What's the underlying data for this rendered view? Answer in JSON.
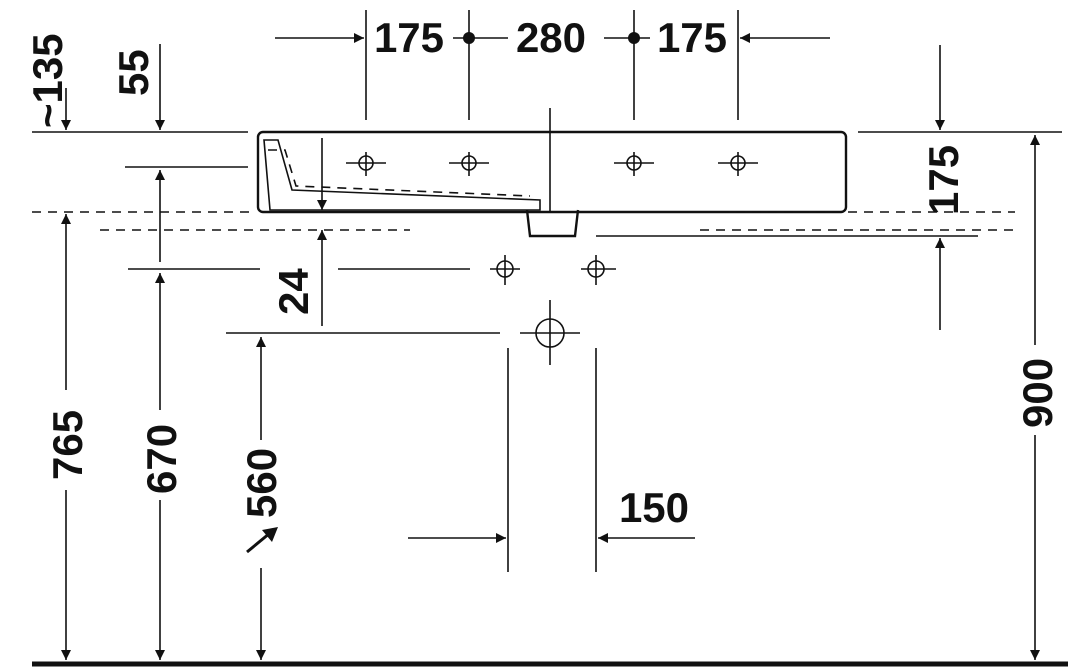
{
  "drawing": {
    "dimensions": {
      "top_spacing_left": "175",
      "top_spacing_center": "280",
      "top_spacing_right": "175",
      "approx_top": "~135",
      "top_offset": "55",
      "basin_height": "175",
      "overflow_offset": "24",
      "height_765": "765",
      "height_670": "670",
      "height_560": "560",
      "height_900": "900",
      "waste_width": "150"
    }
  }
}
